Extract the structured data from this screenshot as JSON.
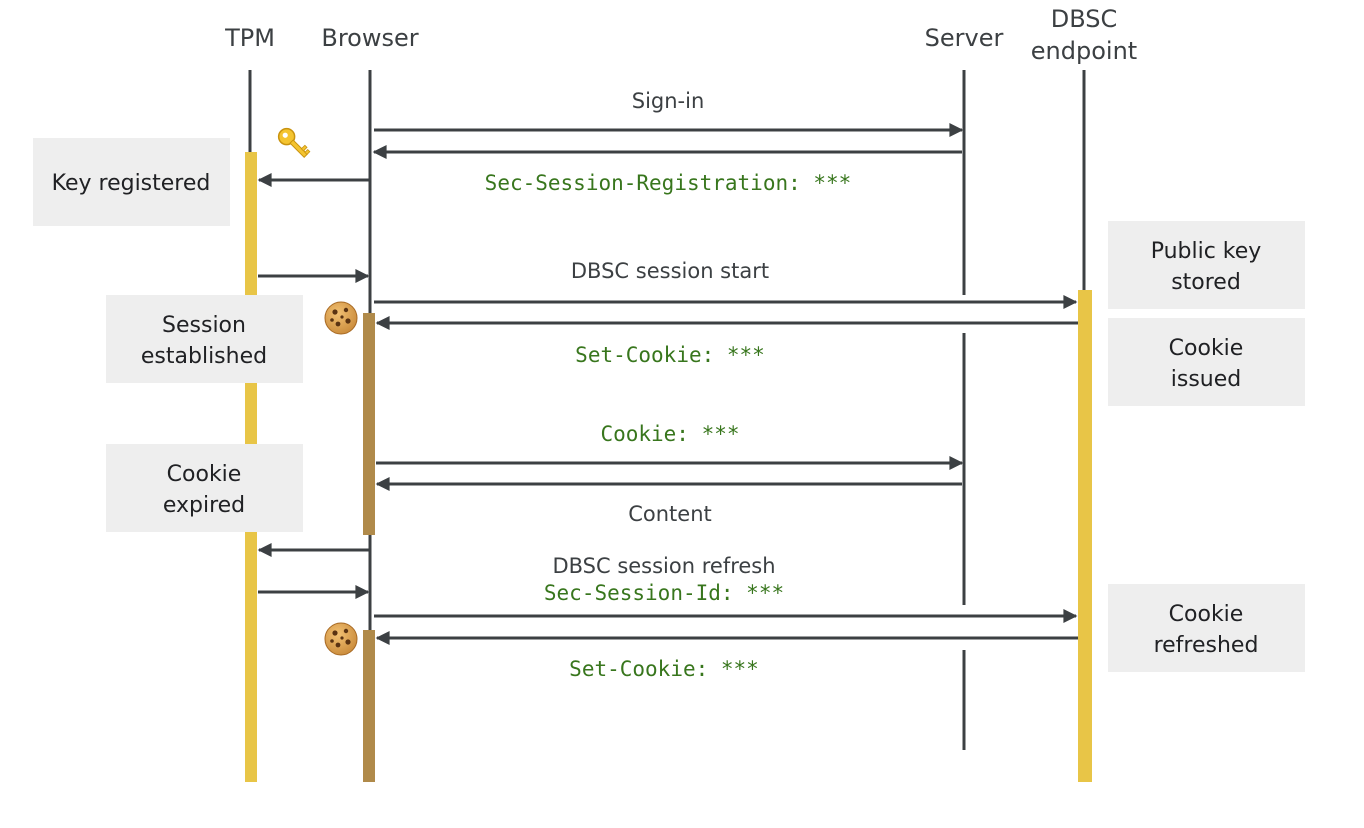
{
  "participants": {
    "tpm": "TPM",
    "browser": "Browser",
    "server": "Server",
    "endpoint_line1": "DBSC",
    "endpoint_line2": "endpoint"
  },
  "messages": {
    "sign_in": "Sign-in",
    "sec_session_registration": "Sec-Session-Registration: ***",
    "dbsc_session_start": "DBSC session start",
    "set_cookie_1": "Set-Cookie: ***",
    "cookie_header": "Cookie: ***",
    "content": "Content",
    "dbsc_session_refresh": "DBSC session refresh",
    "sec_session_id": "Sec-Session-Id: ***",
    "set_cookie_2": "Set-Cookie: ***"
  },
  "notes": {
    "key_registered": "Key registered",
    "public_key_stored_line1": "Public key",
    "public_key_stored_line2": "stored",
    "session_established_line1": "Session",
    "session_established_line2": "established",
    "cookie_issued_line1": "Cookie",
    "cookie_issued_line2": "issued",
    "cookie_expired_line1": "Cookie",
    "cookie_expired_line2": "expired",
    "cookie_refreshed_line1": "Cookie",
    "cookie_refreshed_line2": "refreshed"
  },
  "icons": {
    "key": "key-icon",
    "cookie": "cookie-icon"
  },
  "colors": {
    "lifeline": "#3c4043",
    "activation_yellow": "#e8c547",
    "activation_brown": "#b08a4a",
    "note_background": "#eeeeee",
    "code_text": "#38761d",
    "label_text": "#3c4043"
  }
}
